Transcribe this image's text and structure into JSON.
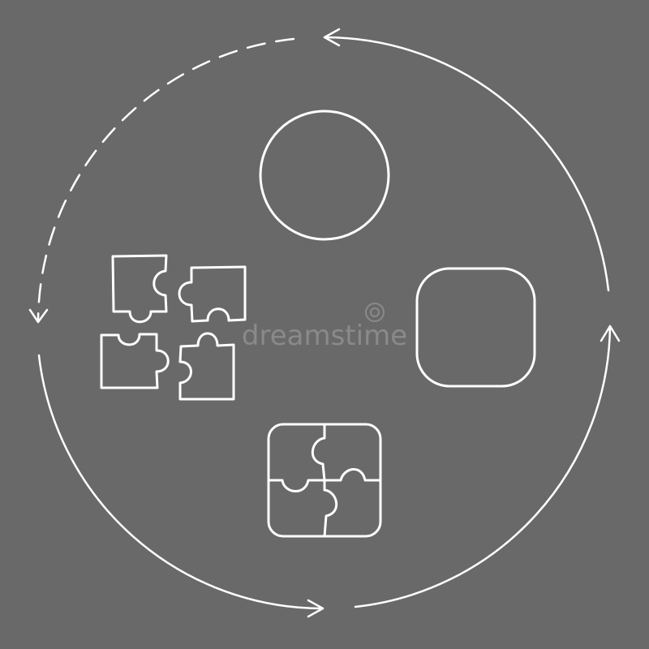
{
  "diagram": {
    "type": "cycle",
    "stages": [
      {
        "name": "circle-shape"
      },
      {
        "name": "rounded-square-shape"
      },
      {
        "name": "assembled-puzzle"
      },
      {
        "name": "scattered-puzzle-pieces"
      }
    ],
    "connectors": [
      {
        "from": "top",
        "to": "left",
        "style": "dashed"
      },
      {
        "from": "left",
        "to": "bottom",
        "style": "solid"
      },
      {
        "from": "bottom",
        "to": "right",
        "style": "solid"
      },
      {
        "from": "right",
        "to": "top",
        "style": "solid"
      }
    ]
  },
  "watermark": {
    "text": "dreamstime"
  },
  "colors": {
    "background": "#696969",
    "line": "#ffffff",
    "watermark": "#8a8a8a"
  }
}
